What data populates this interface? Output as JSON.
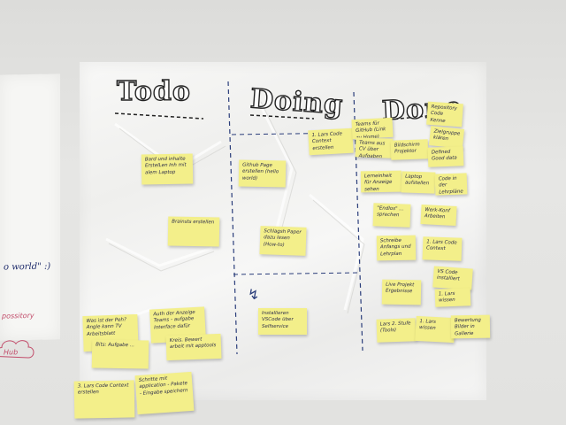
{
  "board": {
    "headers": {
      "todo": "Todo",
      "doing": "Doing",
      "done": "Done"
    },
    "left_sheet": {
      "text": "o world\" :)",
      "pink_text": "possitory",
      "cloud_text": "Hub"
    },
    "blocker_mark": "↯"
  },
  "notes": {
    "todo_1": "Bard und inhalte ErstelLen Inh mit alem Laptop",
    "todo_2": "Brainsts erstellen",
    "todo_3": "Was ist der Peh? Angle kann TV Arbeitsblatt",
    "todo_4": "Auth der Anzeige Teams - aufgabe Interface dafür",
    "todo_5": "Kreis. Bewert arbeit mit apptools",
    "todo_6": "Bits: Aufgabe ...",
    "todo_7": "3. Lars Code Context erstellen",
    "todo_8": "Schritte mit application - Pakete - Eingabe speichern",
    "doing_1": "1. Lars Code Context erstellen",
    "doing_2": "Github Page erstellen (hello world)",
    "doing_3": "Schlagsh Paper dazu lesen (How-to)",
    "doing_4": "Installieren VSCode über Selfservice",
    "done_1": "Teams für GitHub (Link zu Home)",
    "done_2": "Teams aus CV über Aufgaben",
    "done_3": "Bildschirm Projektor",
    "done_4": "Repository Code Kenne",
    "done_5": "Zielgruppe klären",
    "done_6": "Defined Good data",
    "done_7": "Lerneinheit für Anzeige sehen",
    "done_8": "Laptop aufstellen",
    "done_9": "Code in der Lehrpläne",
    "done_10": "\"Endlos\" ... sprechen",
    "done_11": "Werk-Konf Arbeiten",
    "done_12": "Schreibe Anfangs und Lehrplan",
    "done_13": "1. Lars Code Context",
    "done_14": "Live Projekt Ergebnisse",
    "done_15": "VS Code installiert",
    "done_16": "1. Lars wissen",
    "done_17": "Lars 2. Stufe (Tools)",
    "done_18": "Bewertung Bilder in Gallerie"
  },
  "colors": {
    "note": "#f3ef8a",
    "ink": "#2d2d4a",
    "sheet": "#f6f6f4",
    "wall": "#dcdcda"
  }
}
